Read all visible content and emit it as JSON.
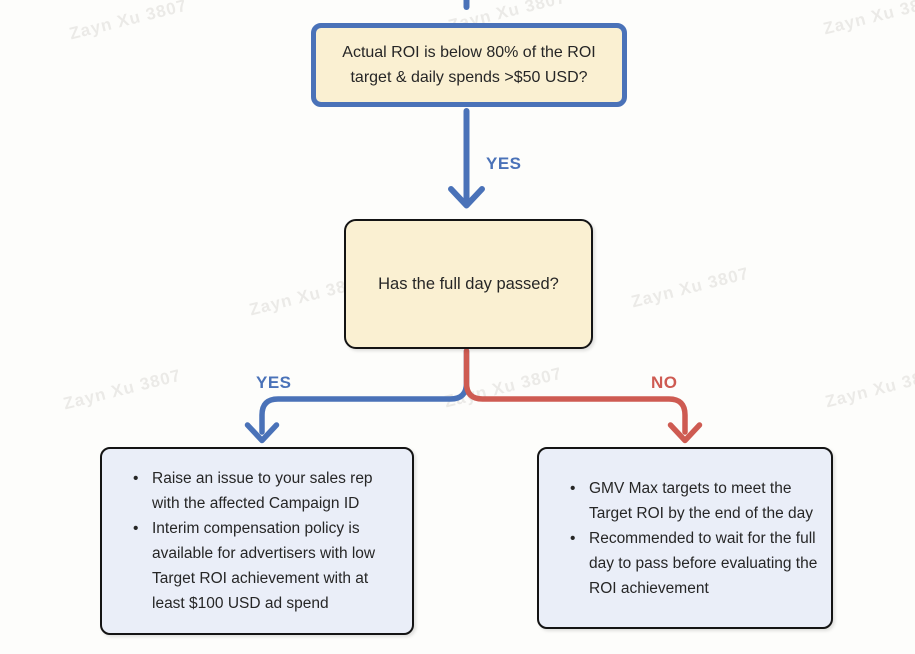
{
  "flowchart": {
    "watermark": {
      "text": "Zayn Xu 3807"
    },
    "nodes": {
      "condition": {
        "text": "Actual ROI is below 80% of the ROI target & daily spends >$50 USD?"
      },
      "question": {
        "text": "Has the full day passed?"
      },
      "yes_outcome": {
        "bullets": [
          "Raise an issue to your sales rep with the affected Campaign ID",
          "Interim compensation policy is available for advertisers with low Target ROI achievement with at least $100 USD ad spend"
        ]
      },
      "no_outcome": {
        "bullets": [
          "GMV Max targets to meet the Target ROI by the end of the day",
          "Recommended to wait for the full day to pass before evaluating the ROI achievement"
        ]
      }
    },
    "labels": {
      "yes_top": "YES",
      "yes_branch": "YES",
      "no_branch": "NO"
    },
    "colors": {
      "blue": "#4a72b8",
      "red": "#ce5b52",
      "cream_fill": "#faf0d2",
      "outcome_fill": "#eaeef8",
      "dark_border": "#141414"
    }
  }
}
